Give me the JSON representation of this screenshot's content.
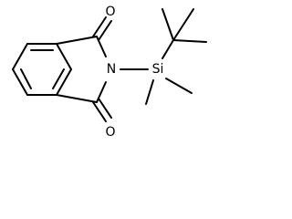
{
  "structure": {
    "atoms": {
      "o_top": "O",
      "o_bottom": "O",
      "n": "N",
      "si": "Si"
    }
  }
}
